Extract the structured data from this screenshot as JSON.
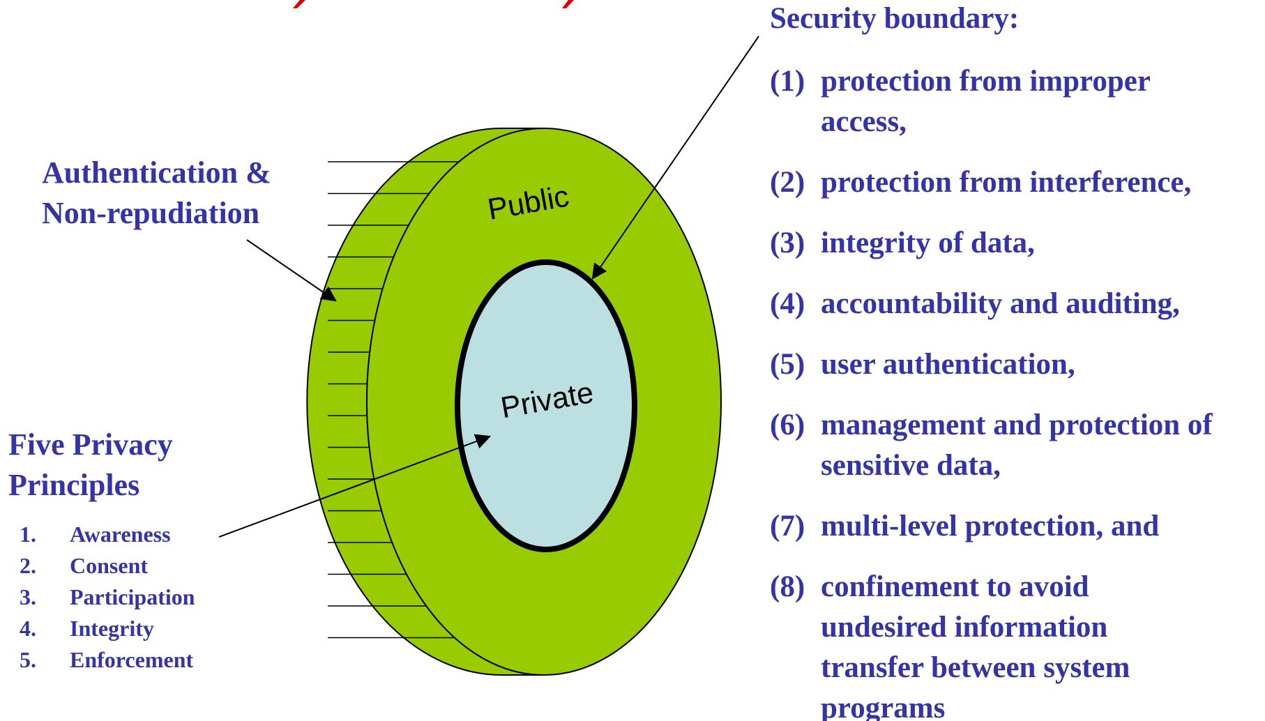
{
  "colors": {
    "disk_face": "#99cc00",
    "inner_fill": "#bce0e2",
    "outline": "#000000",
    "text_blue": "#3434a8",
    "title_red": "#e00000"
  },
  "disk": {
    "public_label": "Public",
    "private_label": "Private"
  },
  "auth_label": {
    "line1": "Authentication &",
    "line2": "Non-repudiation"
  },
  "privacy": {
    "heading_line1": "Five Privacy",
    "heading_line2": "Principles",
    "items": [
      {
        "num": "1.",
        "label": "Awareness"
      },
      {
        "num": "2.",
        "label": "Consent"
      },
      {
        "num": "3.",
        "label": "Participation"
      },
      {
        "num": "4.",
        "label": "Integrity"
      },
      {
        "num": "5.",
        "label": "Enforcement"
      }
    ]
  },
  "security": {
    "heading": "Security boundary:",
    "items": [
      {
        "num": "(1)",
        "lines": [
          "protection from improper",
          "access,"
        ]
      },
      {
        "num": "(2)",
        "lines": [
          "protection from interference,"
        ]
      },
      {
        "num": "(3)",
        "lines": [
          "integrity of data,"
        ]
      },
      {
        "num": "(4)",
        "lines": [
          "accountability and auditing,"
        ]
      },
      {
        "num": "(5)",
        "lines": [
          "user authentication,"
        ]
      },
      {
        "num": "(6)",
        "lines": [
          "management and protection of",
          "sensitive data,"
        ]
      },
      {
        "num": "(7)",
        "lines": [
          "multi-level protection, and"
        ]
      },
      {
        "num": "(8)",
        "lines": [
          "confinement to avoid",
          "undesired information",
          "transfer between system",
          "programs"
        ]
      }
    ]
  }
}
